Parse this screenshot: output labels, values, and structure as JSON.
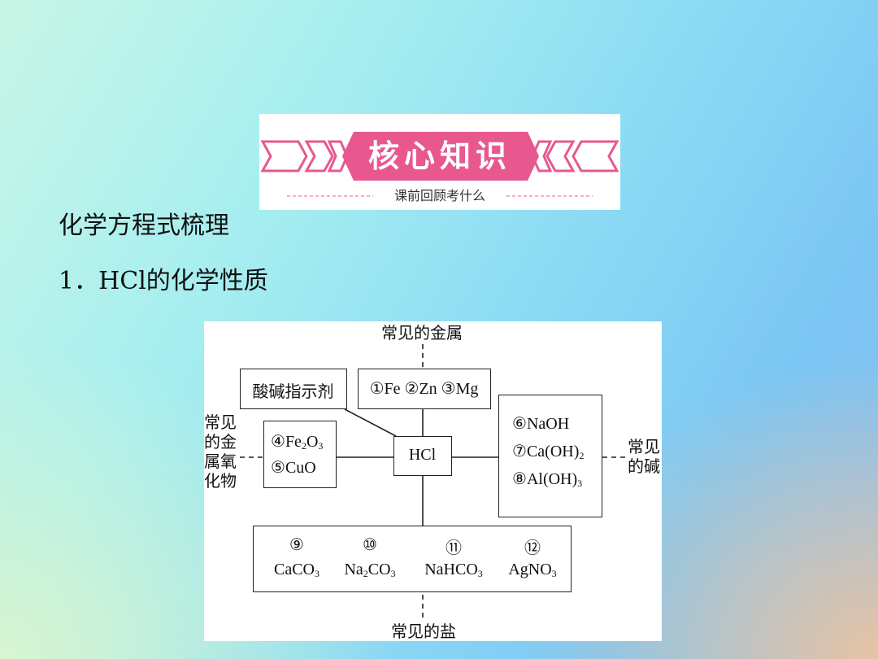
{
  "banner": {
    "title": "核心知识",
    "subtitle": "课前回顾考什么"
  },
  "headings": {
    "main": "化学方程式梳理",
    "section": "1．HCl的化学性质"
  },
  "diagram": {
    "center": "HCl",
    "top_label": "常见的金属",
    "bottom_label": "常见的盐",
    "left_label": [
      "常见",
      "的金",
      "属氧",
      "化物"
    ],
    "right_label": [
      "常见",
      "的碱"
    ],
    "indicator": "酸碱指示剂",
    "metals": [
      {
        "num": "①",
        "text": "Fe"
      },
      {
        "num": "②",
        "text": "Zn"
      },
      {
        "num": "③",
        "text": "Mg"
      }
    ],
    "oxides": [
      {
        "num": "④",
        "formula": "Fe",
        "sub1": "2",
        "mid": "O",
        "sub2": "3"
      },
      {
        "num": "⑤",
        "formula": "CuO",
        "sub1": "",
        "mid": "",
        "sub2": ""
      }
    ],
    "bases": [
      {
        "num": "⑥",
        "formula": "NaOH",
        "sub": ""
      },
      {
        "num": "⑦",
        "formula": "Ca(OH)",
        "sub": "2"
      },
      {
        "num": "⑧",
        "formula": "Al(OH)",
        "sub": "3"
      }
    ],
    "salts": [
      {
        "num": "⑨",
        "a": "CaCO",
        "a_sub": "3",
        "b": "",
        "b_sub": ""
      },
      {
        "num": "⑩",
        "a": "Na",
        "a_sub": "2",
        "b": "CO",
        "b_sub": "3"
      },
      {
        "num": "⑪",
        "a": "NaHCO",
        "a_sub": "3",
        "b": "",
        "b_sub": ""
      },
      {
        "num": "⑫",
        "a": "AgNO",
        "a_sub": "3",
        "b": "",
        "b_sub": ""
      }
    ]
  }
}
